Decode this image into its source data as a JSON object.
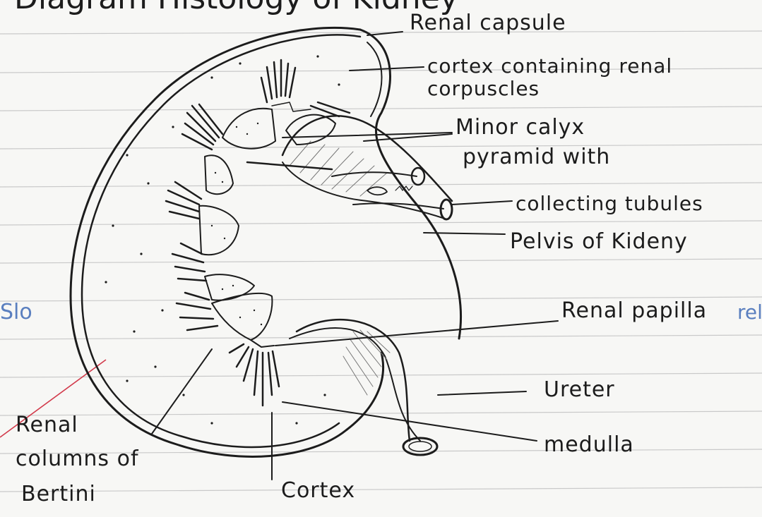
{
  "page": {
    "title_fragment": "Diagram Histology of Kidney",
    "margin_fragment_left": "Slo",
    "margin_fragment_right": "rel"
  },
  "labels": {
    "renal_capsule": "Renal capsule",
    "cortex_line1": "cortex containing renal",
    "cortex_line2": "corpuscles",
    "minor_calyx": "Minor calyx",
    "pyramid_with": "pyramid with",
    "collecting_tubules": "collecting tubules",
    "pelvis": "Pelvis of Kideny",
    "renal_papilla": "Renal papilla",
    "ureter": "Ureter",
    "medulla": "medulla",
    "renal_columns_1": "Renal",
    "renal_columns_2": "columns of",
    "renal_columns_3": "Bertini",
    "cortex_bottom": "Cortex"
  },
  "colors": {
    "paper": "#f7f7f5",
    "rule_line": "#c9c9c9",
    "ink": "#1c1c1c",
    "margin_red": "#d23a4b"
  }
}
